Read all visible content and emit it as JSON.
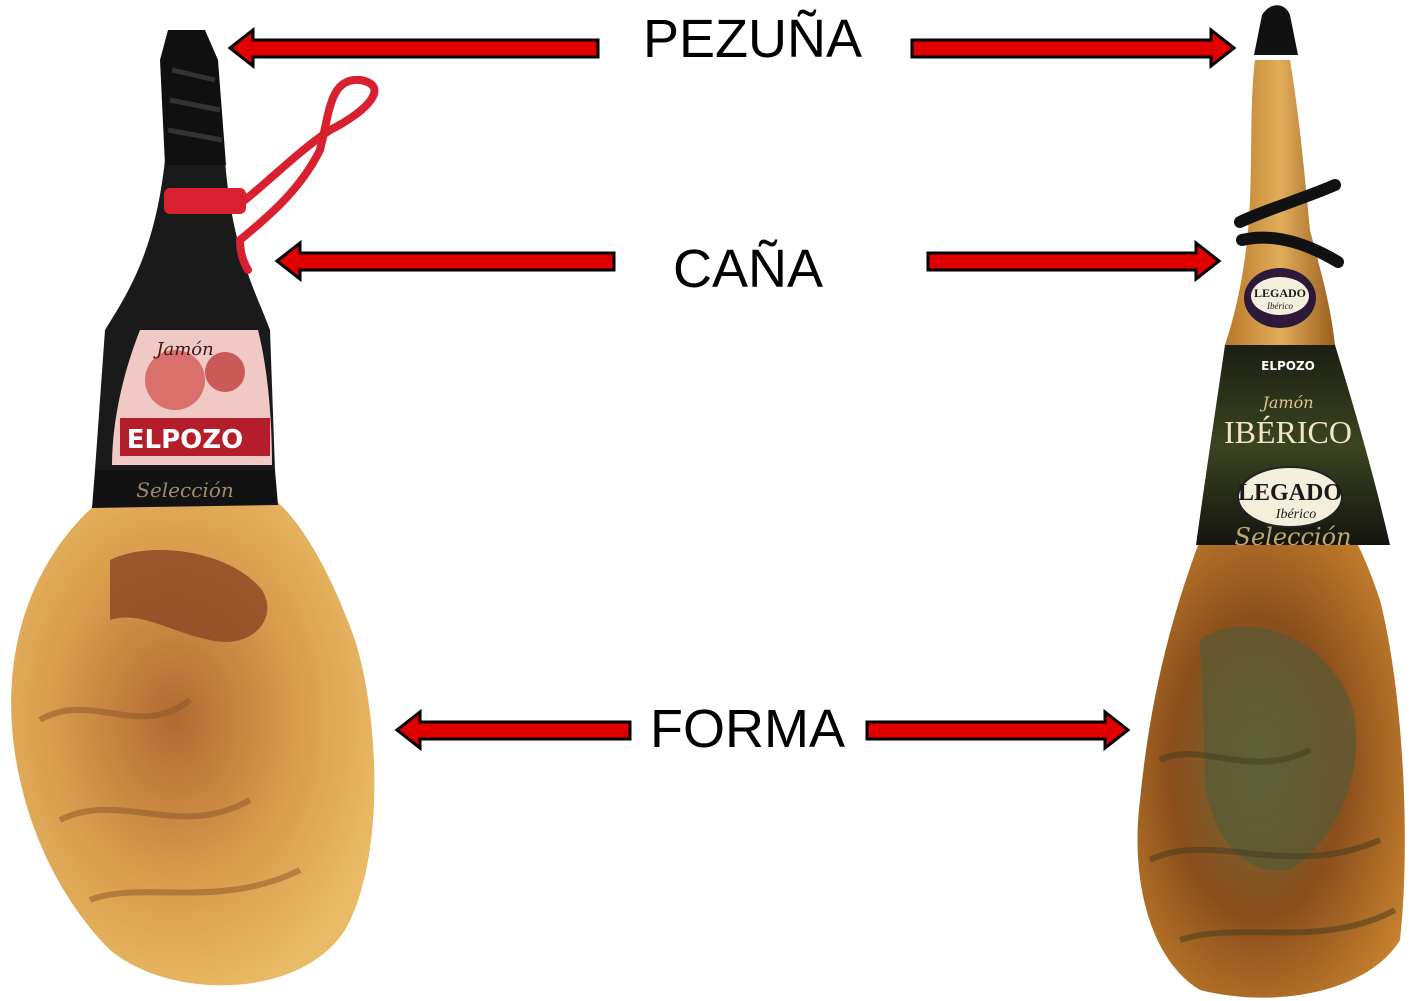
{
  "labels": {
    "pezuna": "PEZUÑA",
    "cana": "CAÑA",
    "forma": "FORMA"
  },
  "left_ham": {
    "brand": "ELPOZO",
    "script_top": "Jamón",
    "script_bottom": "Selección"
  },
  "right_ham": {
    "tag_brand": "LEGADO",
    "tag_sub": "Ibérico",
    "small_brand": "ELPOZO",
    "script_top": "Jamón",
    "title": "IBÉRICO",
    "brand": "LEGADO",
    "brand_sub": "Ibérico",
    "script_bottom": "Selección"
  },
  "colors": {
    "arrow_fill": "#e00000",
    "arrow_stroke": "#000000",
    "rind_light": "#d9a04a",
    "rind_dark": "#7a3f14",
    "label_black": "#141414"
  },
  "icons": {
    "arrow": "double-outlined-arrow"
  }
}
